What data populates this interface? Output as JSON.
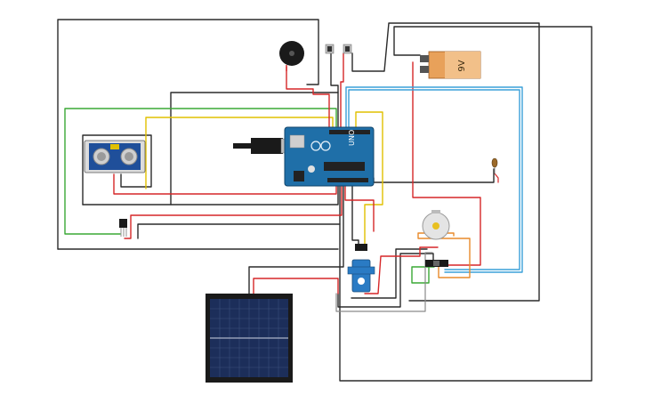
{
  "circuit": {
    "battery": {
      "label": "9V"
    },
    "arduino": {
      "label": "UNO"
    }
  },
  "colors": {
    "black": "#2b2b2b",
    "red": "#d62728",
    "green": "#3aa935",
    "yellow": "#e0c000",
    "blue": "#3aa0d8",
    "orange": "#e88a2a",
    "gray": "#8a8a8a",
    "arduino_blue": "#1f6fa8",
    "sensor_blue": "#1f4f9a",
    "servo_blue": "#2a7bc4",
    "battery_orange": "#e8a15a",
    "solar_cell": "#1c2e5a"
  },
  "components": [
    {
      "name": "piezo-buzzer"
    },
    {
      "name": "pushbutton-left"
    },
    {
      "name": "pushbutton-right"
    },
    {
      "name": "battery-9v"
    },
    {
      "name": "arduino-uno"
    },
    {
      "name": "usb-cable"
    },
    {
      "name": "ultrasonic-sensor"
    },
    {
      "name": "led"
    },
    {
      "name": "transistor"
    },
    {
      "name": "dc-motor"
    },
    {
      "name": "slide-switch"
    },
    {
      "name": "servo-motor"
    },
    {
      "name": "solar-panel"
    }
  ]
}
